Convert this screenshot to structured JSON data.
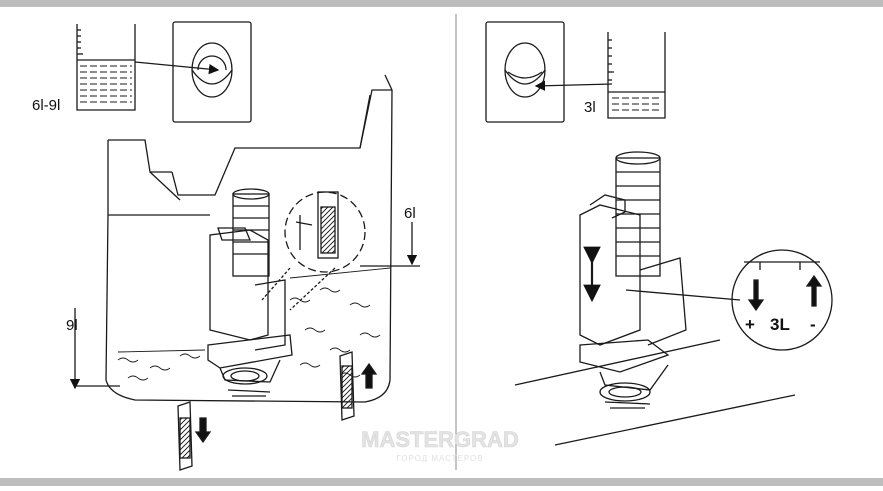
{
  "left_panel": {
    "volume_range_label": "6l-9l",
    "full_flush_level_label": "9l",
    "reduced_level_label": "6l"
  },
  "right_panel": {
    "small_flush_label": "3l",
    "adjust_label": "3L",
    "plus_label": "+",
    "minus_label": "-"
  },
  "watermark": {
    "brand": "MASTERGRAD",
    "tagline": "ГОРОД МАСТЕРОВ"
  },
  "colors": {
    "frame_bar": "#bdbdbd",
    "line": "#1a1a1a",
    "divider": "#8a8a8a"
  }
}
